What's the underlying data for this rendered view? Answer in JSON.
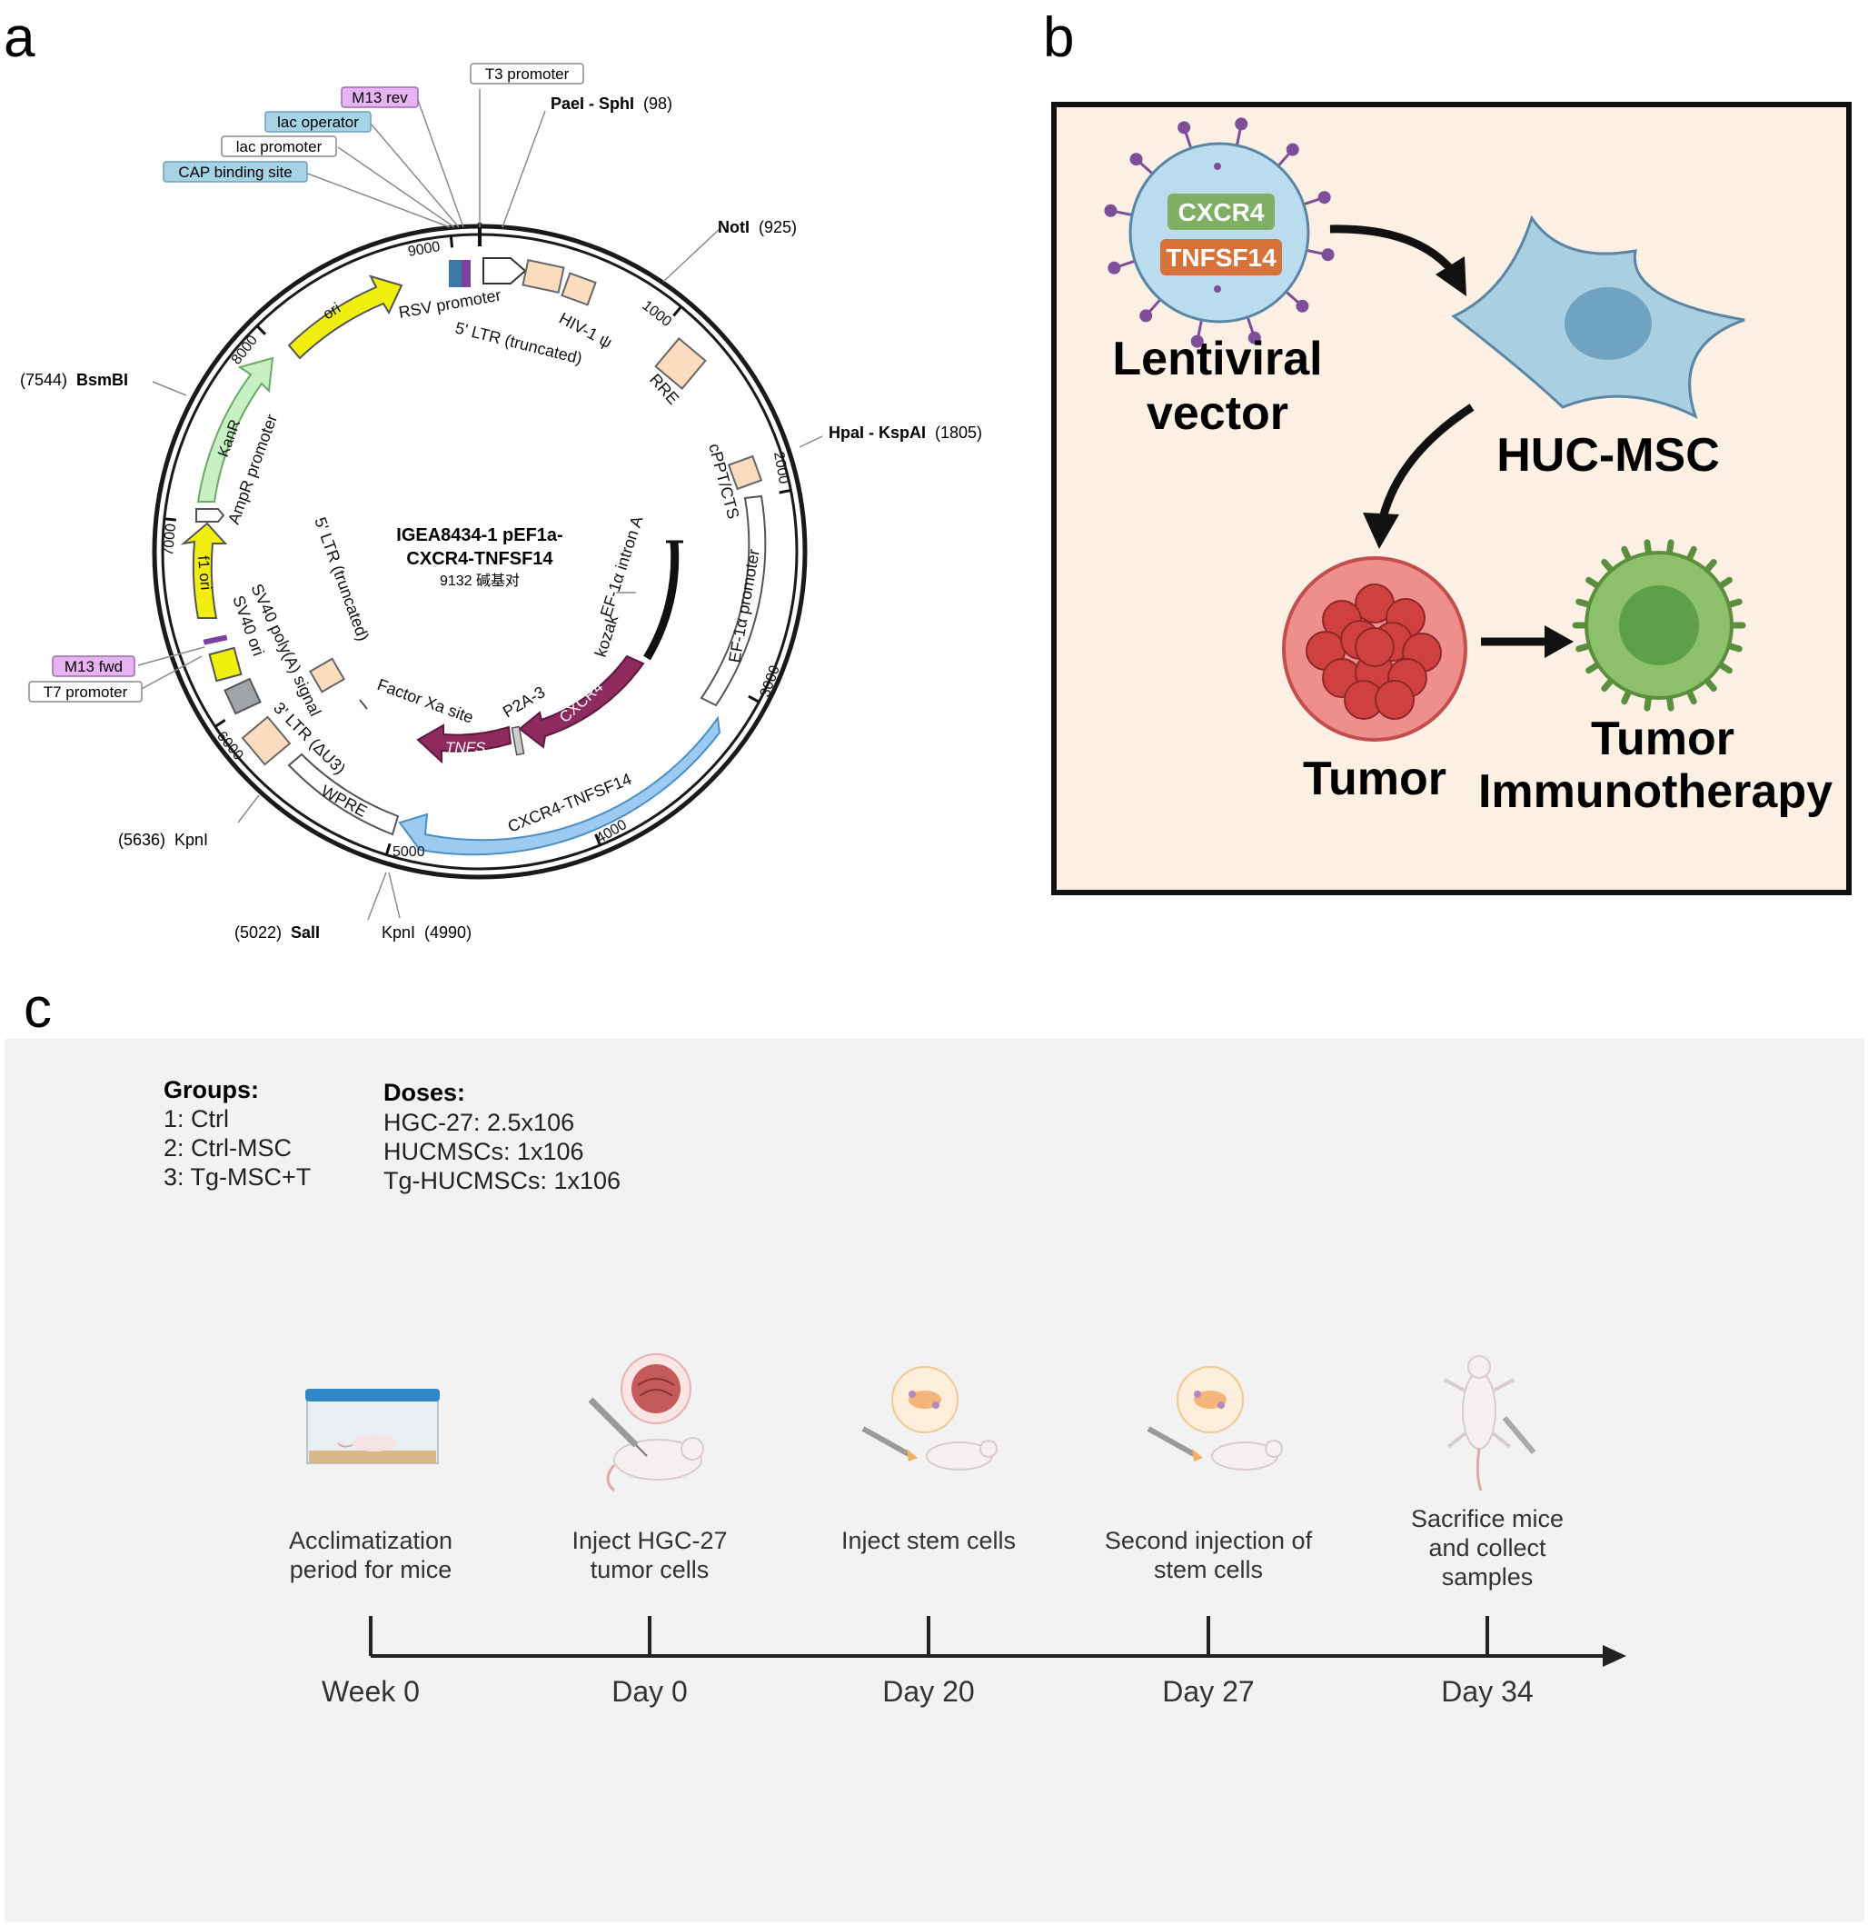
{
  "panels": {
    "a": "a",
    "b": "b",
    "c": "c"
  },
  "plasmid": {
    "name_line1": "IGEA8434-1 pEF1a-",
    "name_line2": "CXCR4-TNFSF14",
    "size": "9132 碱基对",
    "ticks": [
      "1000",
      "2000",
      "3000",
      "4000",
      "5000",
      "6000",
      "7000",
      "8000",
      "9000"
    ],
    "sites": [
      {
        "name": "PaeI - SphI",
        "pos": "(98)"
      },
      {
        "name": "NotI",
        "pos": "(925)"
      },
      {
        "name": "HpaI - KspAI",
        "pos": "(1805)"
      },
      {
        "name": "KpnI",
        "pos": "(4990)"
      },
      {
        "name": "SalI",
        "pos": "(5022)"
      },
      {
        "name": "KpnI",
        "pos": "(5636)"
      },
      {
        "name": "BsmBI",
        "pos": "(7544)"
      }
    ],
    "boxed_labels": [
      "T3 promoter",
      "M13 rev",
      "lac operator",
      "lac promoter",
      "CAP binding site",
      "M13 fwd",
      "T7 promoter"
    ],
    "features": [
      "RSV promoter",
      "5' LTR (truncated)",
      "HIV-1 ψ",
      "RRE",
      "cPPT/CTS",
      "EF-1α promoter",
      "CXCR4-TNFSF14",
      "WPRE",
      "3' LTR (ΔU3)",
      "SV40 poly(A) signal",
      "SV40 ori",
      "f1 ori",
      "AmpR promoter",
      "KanR",
      "ori",
      "EF-1α intron A",
      "kozak",
      "CXCR4",
      "P2A-3",
      "TNFS...",
      "Factor Xa site",
      "5' LTR (truncated)"
    ]
  },
  "schematic": {
    "gene1": "CXCR4",
    "gene2": "TNFSF14",
    "vector_line1": "Lentiviral",
    "vector_line2": "vector",
    "cell": "HUC-MSC",
    "tumor": "Tumor",
    "therapy_line1": "Tumor",
    "therapy_line2": "Immunotherapy"
  },
  "protocol": {
    "groups_title": "Groups:",
    "groups": [
      "1: Ctrl",
      "2: Ctrl-MSC",
      "3: Tg-MSC+T"
    ],
    "doses_title": "Doses:",
    "doses": [
      "HGC-27: 2.5x106",
      "HUCMSCs: 1x106",
      "Tg-HUCMSCs: 1x106"
    ],
    "steps": [
      {
        "lines": [
          "Acclimatization",
          "period for mice"
        ],
        "time": "Week 0"
      },
      {
        "lines": [
          "Inject HGC-27",
          "tumor cells"
        ],
        "time": "Day 0"
      },
      {
        "lines": [
          "Inject stem cells"
        ],
        "time": "Day 20"
      },
      {
        "lines": [
          "Second injection of",
          "stem cells"
        ],
        "time": "Day 27"
      },
      {
        "lines": [
          "Sacrifice mice",
          "and collect",
          "samples"
        ],
        "time": "Day 34"
      }
    ]
  },
  "colors": {
    "panel_b_bg": "#fcefe4",
    "panel_c_bg": "#f2f2f2",
    "virus": "#b9dcef",
    "virus_spike": "#7d4f9a",
    "gene1_box": "#7eaf63",
    "gene2_box": "#d6733b",
    "msc_cell": "#a9cfe0",
    "msc_nucleus": "#6fa3bf",
    "tumor": "#ef8f8c",
    "tumor_core": "#d04040",
    "immune_cell": "#8cc06a",
    "cxcr4_arrow": "#8e2a5e",
    "cxcr4_tnfsf14_arrow": "#9ccaf0",
    "kanr_arrow": "#c9f0c4",
    "ori_arrow": "#f1ef0f",
    "feature_box": "#fbdcbf"
  }
}
